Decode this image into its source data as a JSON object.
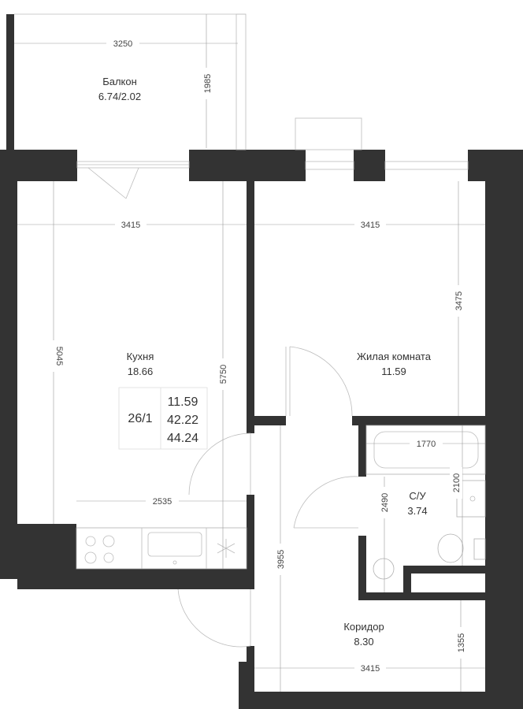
{
  "rooms": {
    "balcony": {
      "name": "Балкон",
      "area": "6.74/2.02"
    },
    "kitchen": {
      "name": "Кухня",
      "area": "18.66"
    },
    "living": {
      "name": "Жилая комната",
      "area": "11.59"
    },
    "bathroom": {
      "name": "С/У",
      "area": "3.74"
    },
    "corridor": {
      "name": "Коридор",
      "area": "8.30"
    }
  },
  "info_box": {
    "apartment_number": "26/1",
    "living_area": "11.59",
    "total_area": "42.22",
    "area_with_balcony": "44.24"
  },
  "dimensions": {
    "balcony_width": "3250",
    "balcony_depth": "1985",
    "kitchen_width": "3415",
    "living_width": "3415",
    "kitchen_depth": "5045",
    "kitchen_full_depth": "5750",
    "living_depth": "3475",
    "kitchen_inner_width": "2535",
    "bath_width": "1770",
    "bath_depth": "2100",
    "bath_full_depth": "2490",
    "corridor_depth": "3955",
    "corridor_width": "3415",
    "corridor_small_depth": "1355"
  },
  "colors": {
    "wall": "#333333",
    "line": "#9a9a9a",
    "text": "#333333"
  }
}
